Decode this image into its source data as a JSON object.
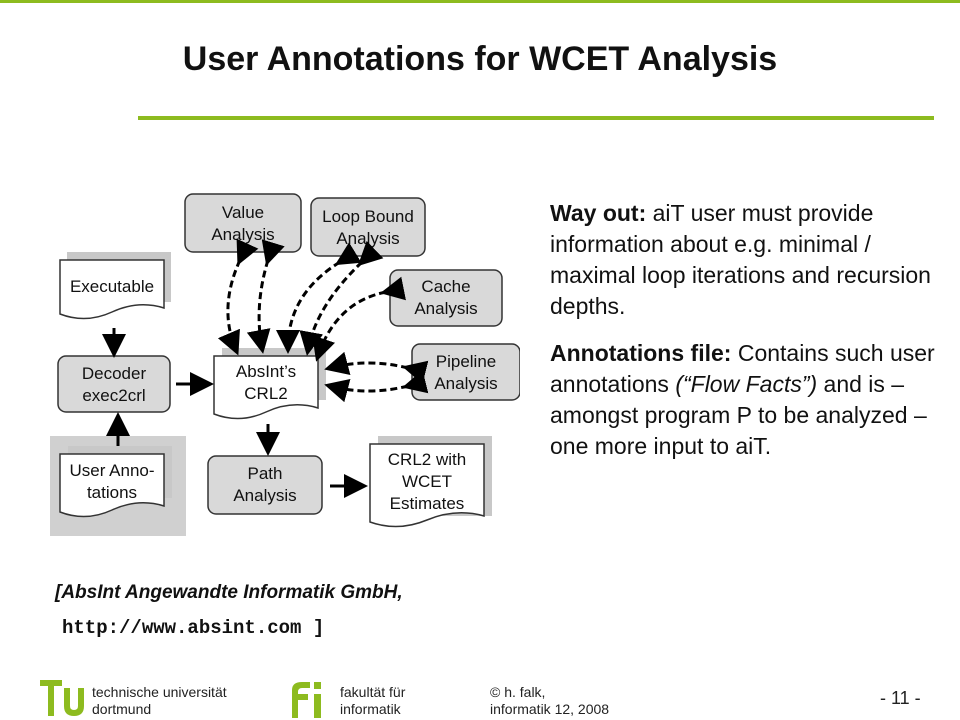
{
  "slide": {
    "title": "User Annotations for WCET Analysis",
    "colors": {
      "accent": "#8dbb1f",
      "box_fill": "#d9d9d9",
      "doc_fill": "#ffffff",
      "panel": "#d0d0d0"
    }
  },
  "diagram": {
    "value_analysis": [
      "Value",
      "Analysis"
    ],
    "loop_bound": [
      "Loop Bound",
      "Analysis"
    ],
    "executable": "Executable",
    "cache_analysis": [
      "Cache",
      "Analysis"
    ],
    "decoder": [
      "Decoder",
      "exec2crl"
    ],
    "absint_crl2": [
      "AbsInt’s",
      "CRL2"
    ],
    "pipeline_analysis": [
      "Pipeline",
      "Analysis"
    ],
    "user_annotations": [
      "User Anno-",
      "tations"
    ],
    "path_analysis": [
      "Path",
      "Analysis"
    ],
    "crl2_wcet": [
      "CRL2 with",
      "WCET",
      "Estimates"
    ]
  },
  "text": {
    "p1_bold": "Way out:",
    "p1_rest": " aiT user must provide information about e.g. minimal / maximal loop iterations and recursion depths.",
    "p2_bold": "Annotations file:",
    "p2_rest1": " Contains such user annotations ",
    "p2_italic": "(“Flow Facts”)",
    "p2_rest2": " and is – amongst program P to be analyzed – one more input to aiT."
  },
  "citation": {
    "line1": "[AbsInt Angewandte Informatik GmbH,",
    "line2": "http://www.absint.com ]"
  },
  "footer": {
    "tu_line1": "technische universität",
    "tu_line2": "dortmund",
    "fi_line1": "fakultät für",
    "fi_line2": "informatik",
    "author_line1": "© h. falk,",
    "author_line2": "informatik 12,  2008",
    "page_number": "-  11 -"
  }
}
